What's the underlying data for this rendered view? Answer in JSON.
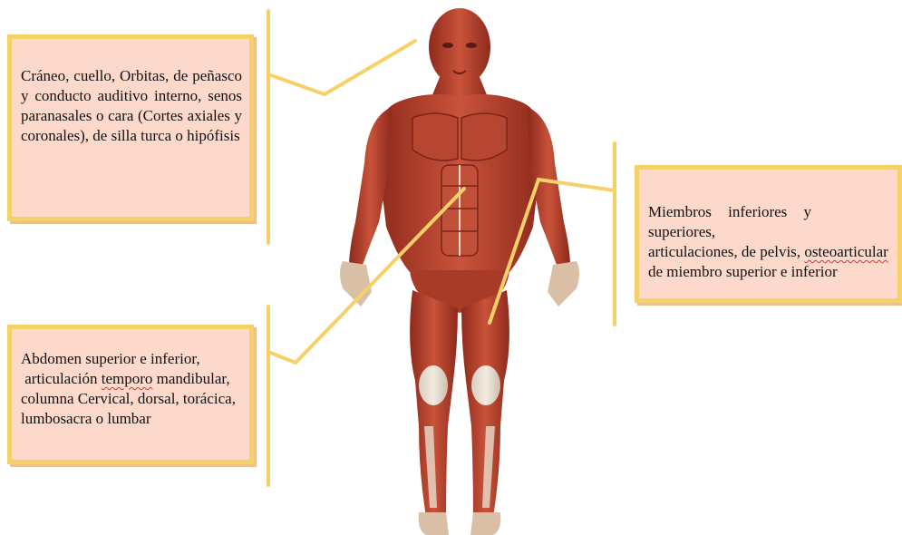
{
  "annotations": {
    "head": {
      "text": "Cráneo, cuello, Orbitas, de peñasco y conducto auditivo interno, senos paranasales o cara (Cortes axiales y coronales), de silla turca o hipófisis"
    },
    "limbs": {
      "line1": "Miembros inferiores y superiores,",
      "line2_prefix": "articulaciones, de pelvis, ",
      "line2_flagged": "osteoarticular",
      "line3": "de miembro superior e inferior"
    },
    "abdomen": {
      "line1": "Abdomen superior e inferior,",
      "line2_prefix": " articulación ",
      "line2_flagged": "temporo",
      "line2_suffix": " mandibular,",
      "line3": "columna Cervical, dorsal, torácica,",
      "line4": "lumbosacra o lumbar"
    }
  },
  "colors": {
    "box_fill": "#fcd9cb",
    "box_border": "#f6d16a",
    "leader_line": "#f6d16a",
    "muscle": "#b8432e"
  },
  "figure": {
    "icon": "human-muscular-anatomy-figure"
  }
}
